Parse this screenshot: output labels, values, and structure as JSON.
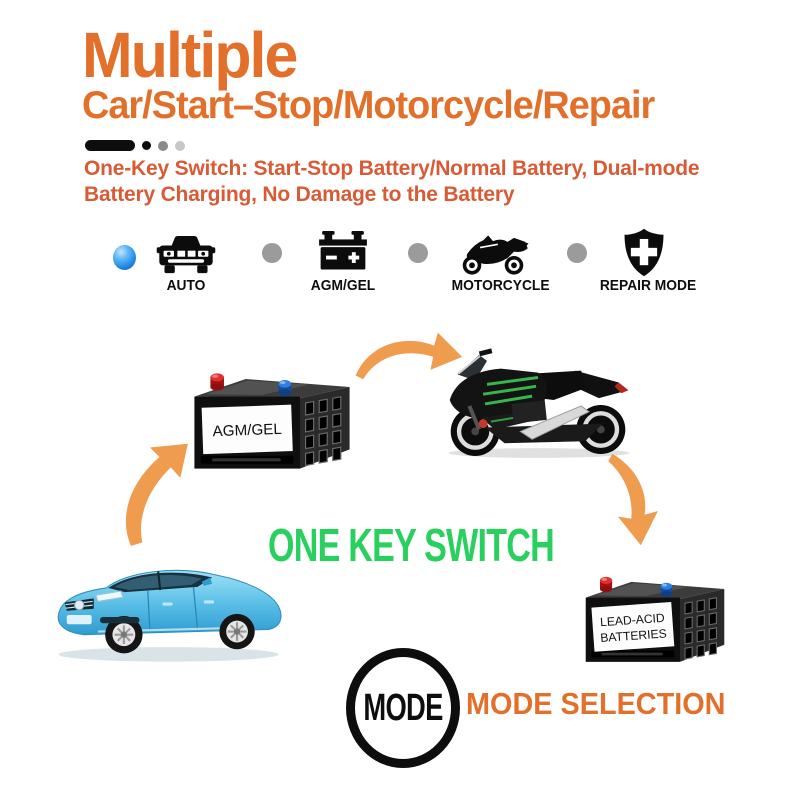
{
  "header": {
    "title": "Multiple",
    "subtitle": "Car/Start–Stop/Motorcycle/Repair",
    "description_line1": "One-Key Switch: Start-Stop Battery/Normal Battery, Dual-mode",
    "description_line2": "Battery Charging, No Damage to the Battery"
  },
  "mode_bar": {
    "items": [
      {
        "label": "AUTO",
        "icon": "car-front-icon",
        "selected": true
      },
      {
        "label": "AGM/GEL",
        "icon": "battery-icon",
        "selected": false
      },
      {
        "label": "MOTORCYCLE",
        "icon": "motorcycle-icon",
        "selected": false
      },
      {
        "label": "REPAIR MODE",
        "icon": "shield-plus-icon",
        "selected": false
      }
    ]
  },
  "diagram": {
    "agm_battery_label": "AGM/GEL",
    "lead_battery_label_line1": "LEAD-ACID",
    "lead_battery_label_line2": "BATTERIES",
    "switch_text": "ONE KEY SWITCH"
  },
  "footer": {
    "mode_button_label": "MODE",
    "caption": "MODE SELECTION"
  },
  "colors": {
    "accent_orange": "#e2702b",
    "description_red": "#d85b35",
    "switch_green": "#29d05e",
    "arrow_orange": "#ef9c4f",
    "selected_dot_blue": "#1e88e0",
    "inactive_dot_gray": "#9b9b9b",
    "car_blue": "#5cc0e8",
    "terminal_red": "#e03131",
    "terminal_blue": "#2f7fe0"
  }
}
